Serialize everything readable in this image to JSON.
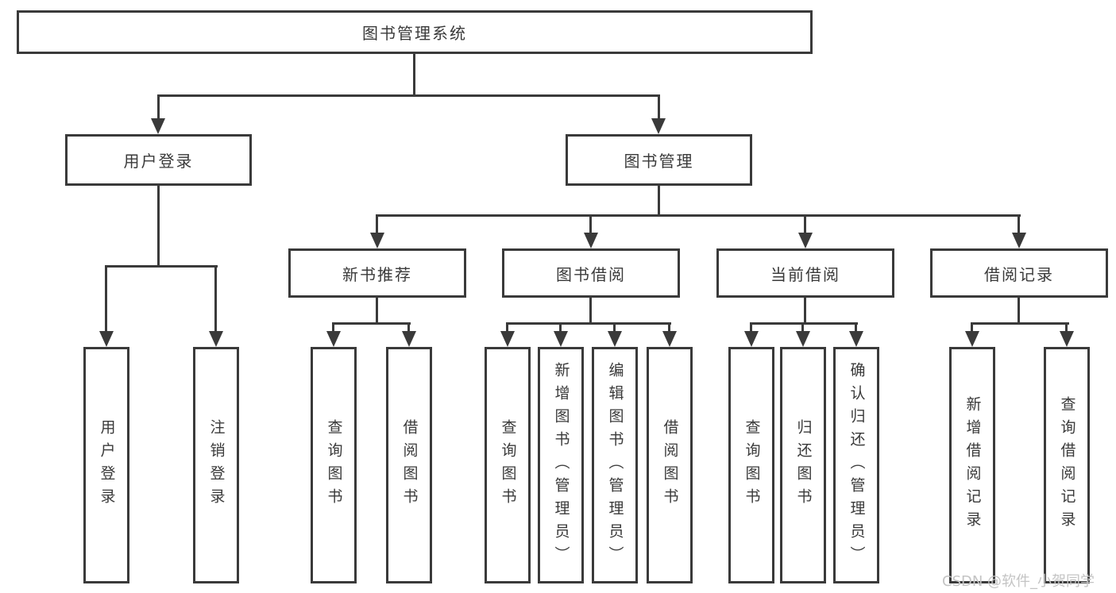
{
  "colors": {
    "line": "#3a3a3a",
    "box_border": "#3a3a3a",
    "text": "#3a3a3a",
    "watermark": "#c4c4c4",
    "background": "#ffffff"
  },
  "watermark": "CSDN @软件_小贺同学",
  "tree": {
    "root": {
      "label": "图书管理系统",
      "children": [
        {
          "label": "用户登录",
          "children": [
            {
              "label": "用户登录"
            },
            {
              "label": "注销登录"
            }
          ]
        },
        {
          "label": "图书管理",
          "children": [
            {
              "label": "新书推荐",
              "children": [
                {
                  "label": "查询图书"
                },
                {
                  "label": "借阅图书"
                }
              ]
            },
            {
              "label": "图书借阅",
              "children": [
                {
                  "label": "查询图书"
                },
                {
                  "label": "新增图书（管理员）"
                },
                {
                  "label": "编辑图书（管理员）"
                },
                {
                  "label": "借阅图书"
                }
              ]
            },
            {
              "label": "当前借阅",
              "children": [
                {
                  "label": "查询图书"
                },
                {
                  "label": "归还图书"
                },
                {
                  "label": "确认归还（管理员）"
                }
              ]
            },
            {
              "label": "借阅记录",
              "children": [
                {
                  "label": "新增借阅记录"
                },
                {
                  "label": "查询借阅记录"
                }
              ]
            }
          ]
        }
      ]
    }
  }
}
